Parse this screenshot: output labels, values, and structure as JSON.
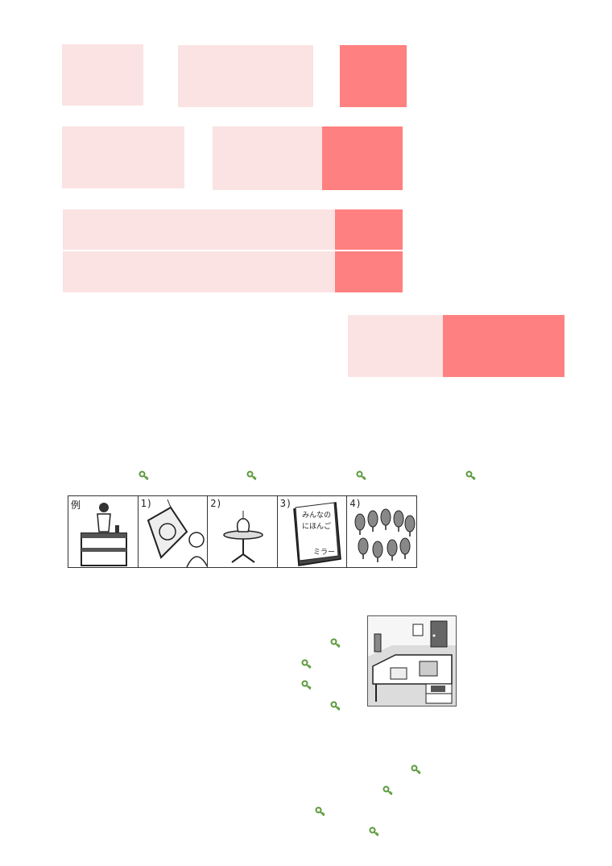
{
  "colors": {
    "light": "#fbe3e3",
    "strong": "#ff8080",
    "key_icon": "#6aa84f"
  },
  "panels": [
    {
      "label": "例",
      "picture": "woman-with-doll-on-shelf"
    },
    {
      "label": "1)",
      "picture": "framed-portrait-and-person"
    },
    {
      "label": "2)",
      "picture": "vase-on-round-table"
    },
    {
      "label": "3)",
      "picture": "book-cover"
    },
    {
      "label": "4)",
      "picture": "trees-forest"
    }
  ],
  "book_cover_text": [
    "みんなの",
    "にほんご",
    "ミラー"
  ],
  "icons": {
    "key": "key-icon"
  }
}
